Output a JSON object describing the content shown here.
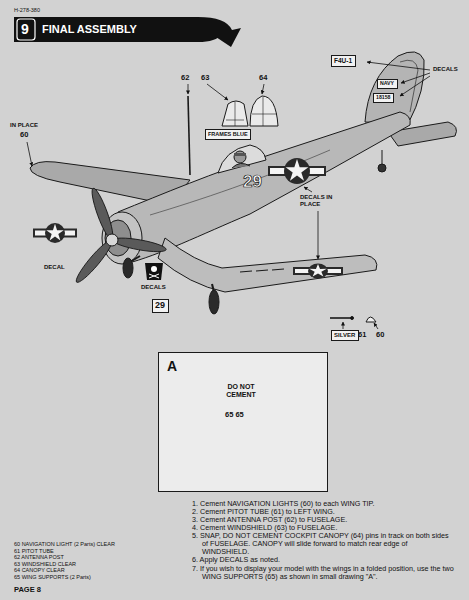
{
  "diagram": {
    "title": "FINAL ASSEMBLY",
    "nodes": [
      {
        "text": [
          "A",
          "DO NOT CEMENT",
          "65 65"
        ]
      },
      {
        "text": [
          "FRAMES BLUE"
        ]
      },
      {
        "text": [
          "F4U-1"
        ]
      },
      {
        "text": [
          "NAVY"
        ]
      },
      {
        "text": [
          "18158"
        ]
      },
      {
        "text": [
          "29"
        ]
      },
      {
        "text": [
          "SILVER"
        ]
      }
    ],
    "labels": [
      "H-278-380",
      "9",
      "62",
      "63",
      "64",
      "DECALS",
      "IN PLACE",
      "60",
      "DECALS IN PLACE",
      "29",
      "DECAL",
      "DECALS",
      "61",
      "60",
      "1. Cement NAVIGATION LIGHTS (60) to each WING TIP.",
      "2. Cement PITOT TUBE (61) to LEFT WING.",
      "3. Cement ANTENNA POST (62) to FUSELAGE.",
      "4. Cement WINDSHIELD (63) to FUSELAGE.",
      "5. SNAP, DO NOT CEMENT COCKPIT CANOPY (64) pins in track on both sides of FUSELAGE. CANOPY will slide forward to match rear edge of WINDSHIELD.",
      "6. Apply DECALS as noted.",
      "7. If you wish to display your model with the wings in a folded position, use the two WING SUPPORTS (65) as shown in small drawing \"A\".",
      "60 NAVIGATION LIGHT (2 Parts) CLEAR",
      "61 PITOT TUBE",
      "62 ANTENNA POST",
      "63 WINDSHIELD CLEAR",
      "64 CANOPY CLEAR",
      "65 WING SUPPORTS (2 Parts)",
      "PAGE 8"
    ]
  }
}
